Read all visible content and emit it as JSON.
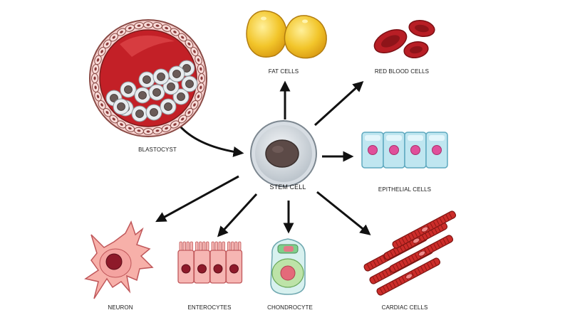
{
  "labels": {
    "blastocyst": "BLASTOCYST",
    "stem_cell": "STEM CELL",
    "fat_cells": "FAT CELLS",
    "red_blood_cells": "RED BLOOD CELLS",
    "epithelial_cells": "EPITHELIAL CELLS",
    "neuron": "NEURON",
    "enterocytes": "ENTEROCYTES",
    "chondrocyte": "CHONDROCYTE",
    "cardiac_cells": "CARDIAC CELLS"
  },
  "colors": {
    "arrow": "#111111",
    "blood_red": "#c0272d",
    "fat_yellow": "#f2c52a",
    "epithelial_blue": "#bfe6f0",
    "nucleus_pink": "#e04f9a",
    "cytoplasm_pink": "#f6b6b3",
    "stem_gray": "#c9d0d6"
  }
}
